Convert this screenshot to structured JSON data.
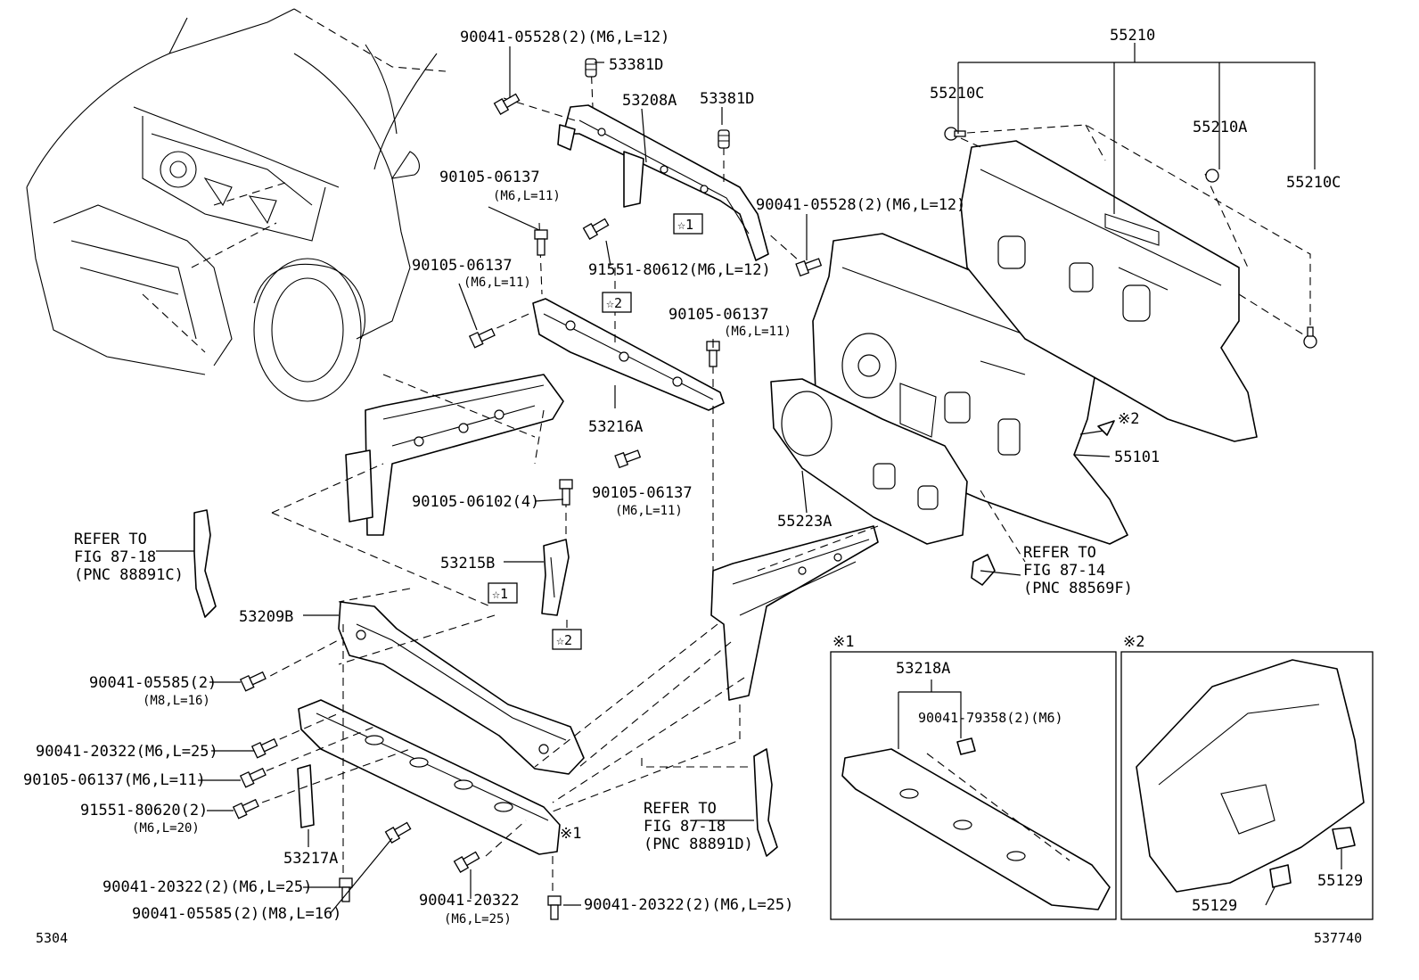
{
  "labels": {
    "p55210": "55210",
    "p55210c_left": "55210C",
    "p55210a": "55210A",
    "p55210c_right": "55210C",
    "p90041_05528_top": "90041-05528(2)(M6,L=12)",
    "p53381d_top": "53381D",
    "p53208a": "53208A",
    "p53381d_mid": "53381D",
    "p90105_06137_a": "90105-06137",
    "p90105_06137_a_sub": "(M6,L=11)",
    "p90041_05528_right": "90041-05528(2)(M6,L=12)",
    "p91551_80612": "91551-80612(M6,L=12)",
    "p90105_06137_b": "90105-06137",
    "p90105_06137_b_sub": "(M6,L=11)",
    "p90105_06137_c": "90105-06137",
    "p90105_06137_c_sub": "(M6,L=11)",
    "p53216a": "53216A",
    "p55101": "55101",
    "p55223a": "55223A",
    "p90105_06102": "90105-06102(4)",
    "p90105_06137_d": "90105-06137",
    "p90105_06137_d_sub": "(M6,L=11)",
    "p53215b": "53215B",
    "p53209b": "53209B",
    "p90041_05585_a": "90041-05585(2)",
    "p90041_05585_a_sub": "(M8,L=16)",
    "p90041_20322_a": "90041-20322(M6,L=25)",
    "p90105_06137_e": "90105-06137(M6,L=11)",
    "p91551_80620": "91551-80620(2)",
    "p91551_80620_sub": "(M6,L=20)",
    "p53217a": "53217A",
    "p90041_20322_b": "90041-20322(2)(M6,L=25)",
    "p90041_05585_b": "90041-05585(2)(M8,L=16)",
    "p90041_20322_c": "90041-20322",
    "p90041_20322_c_sub": "(M6,L=25)",
    "p90041_20322_d": "90041-20322(2)(M6,L=25)",
    "p53218a": "53218A",
    "p90041_79358": "90041-79358(2)(M6)",
    "p55129_a": "55129",
    "p55129_b": "55129",
    "note1_mark": "※1",
    "note2_mark": "※2",
    "note2_arrow": "※2",
    "note1_bumper": "※1",
    "star1_a": "☆1",
    "star2_a": "☆2",
    "star1_b": "☆1",
    "star2_b": "☆2",
    "fig_number": "5304",
    "image_code": "537740"
  },
  "references": {
    "left": [
      "REFER TO",
      "FIG 87-18",
      "(PNC 88891C)"
    ],
    "bottom": [
      "REFER TO",
      "FIG 87-18",
      "(PNC 88891D)"
    ],
    "right": [
      "REFER TO",
      "FIG 87-14",
      "(PNC 88569F)"
    ]
  }
}
